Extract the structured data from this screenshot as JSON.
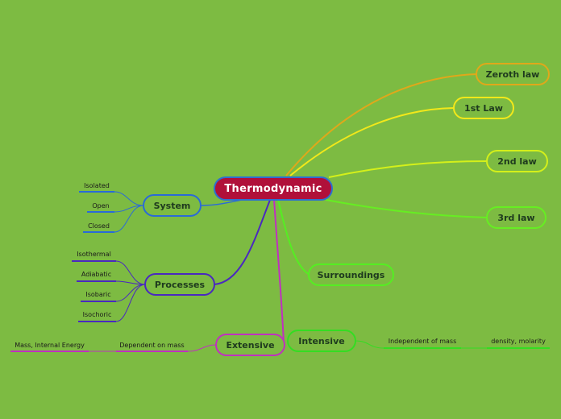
{
  "central": "Thermodynamic",
  "branches": {
    "zeroth": "Zeroth law",
    "first": "1st Law",
    "second": "2nd law",
    "third": "3rd law",
    "surroundings": "Surroundings",
    "intensive": "Intensive",
    "extensive": "Extensive",
    "system": "System",
    "processes": "Processes"
  },
  "system_children": [
    "Isolated",
    "Open",
    "Closed"
  ],
  "process_children": [
    "Isothermal",
    "Adiabatic",
    "Isobaric",
    "Isochoric"
  ],
  "intensive_children": [
    "Independent of mass",
    "density, molarity"
  ],
  "extensive_children": [
    "Dependent on mass",
    "Mass, Internal Energy"
  ],
  "colors": {
    "background": "#7dbb42",
    "central_fill": "#b0103a",
    "central_border": "#2d6fd0",
    "zeroth": "#e0a81a",
    "first": "#f2e81a",
    "second": "#d4f01a",
    "third": "#66ee22",
    "surroundings": "#55ee22",
    "intensive": "#33dd22",
    "extensive": "#c030c0",
    "system": "#2a6ad8",
    "processes": "#4a28c0"
  }
}
